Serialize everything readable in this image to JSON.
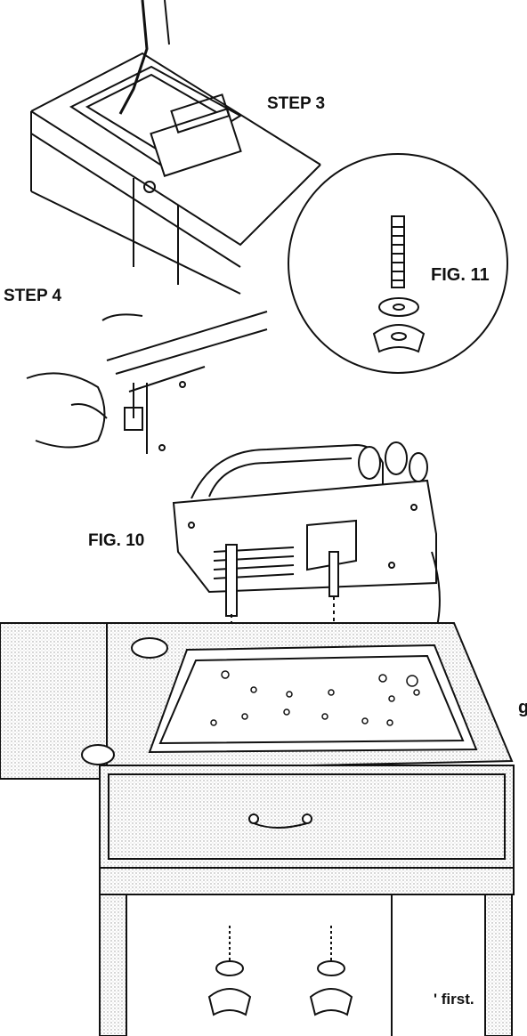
{
  "labels": {
    "step3": "STEP 3",
    "step4": "STEP 4",
    "fig11": "FIG. 11",
    "fig10": "FIG. 10",
    "fragment_g": "g",
    "fragment_first": "' first."
  },
  "colors": {
    "ink": "#111111",
    "paper": "#ffffff",
    "stipple": "#bdbdbd"
  }
}
